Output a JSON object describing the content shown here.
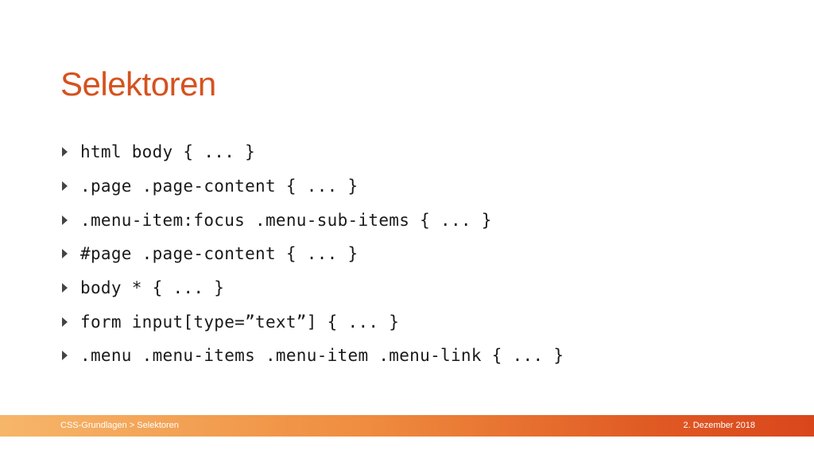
{
  "slide": {
    "title": "Selektoren",
    "bullets": [
      "html body { ... }",
      ".page .page-content { ... }",
      ".menu-item:focus .menu-sub-items { ... }",
      "#page .page-content { ... }",
      "body * { ... }",
      "form input[type=”text”] { ... }",
      ".menu .menu-items .menu-item .menu-link { ... }"
    ]
  },
  "footer": {
    "breadcrumb": "CSS-Grundlagen > Selektoren",
    "date": "2. Dezember 2018"
  },
  "colors": {
    "accent": "#d5521f",
    "bullet_marker": "#444444",
    "footer_gradient_start": "#f6b66a",
    "footer_gradient_end": "#d9461c"
  },
  "icons": {
    "bullet_marker": "triangle-right-icon"
  }
}
